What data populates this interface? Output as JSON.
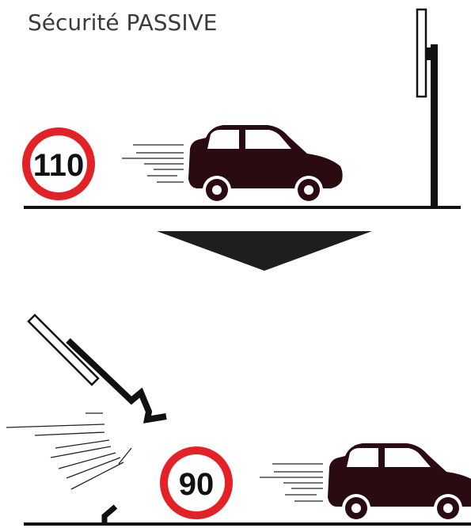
{
  "title": "Sécurité PASSIVE",
  "scene_before": {
    "speed_limit": "110",
    "pole_state": "intact"
  },
  "scene_after": {
    "speed_limit": "90",
    "pole_state": "broken"
  },
  "colors": {
    "sign_ring": "#e32228",
    "car_body": "#2a0b12",
    "line": "#111111",
    "arrow": "#1e1e1e",
    "text": "#3b3b3b"
  }
}
